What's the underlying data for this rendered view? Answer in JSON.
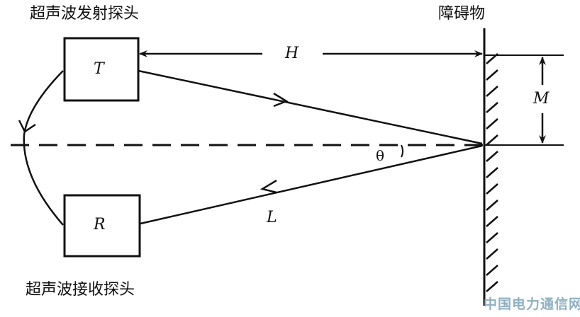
{
  "labels": {
    "transmitter_probe": "超声波发射探头",
    "receiver_probe": "超声波接收探头",
    "obstacle": "障碍物"
  },
  "symbols": {
    "transmitter": "T",
    "receiver": "R",
    "horizontal_distance": "H",
    "vertical_offset": "M",
    "path_length": "L",
    "angle": "θ"
  },
  "watermark": "中国电力通信网"
}
